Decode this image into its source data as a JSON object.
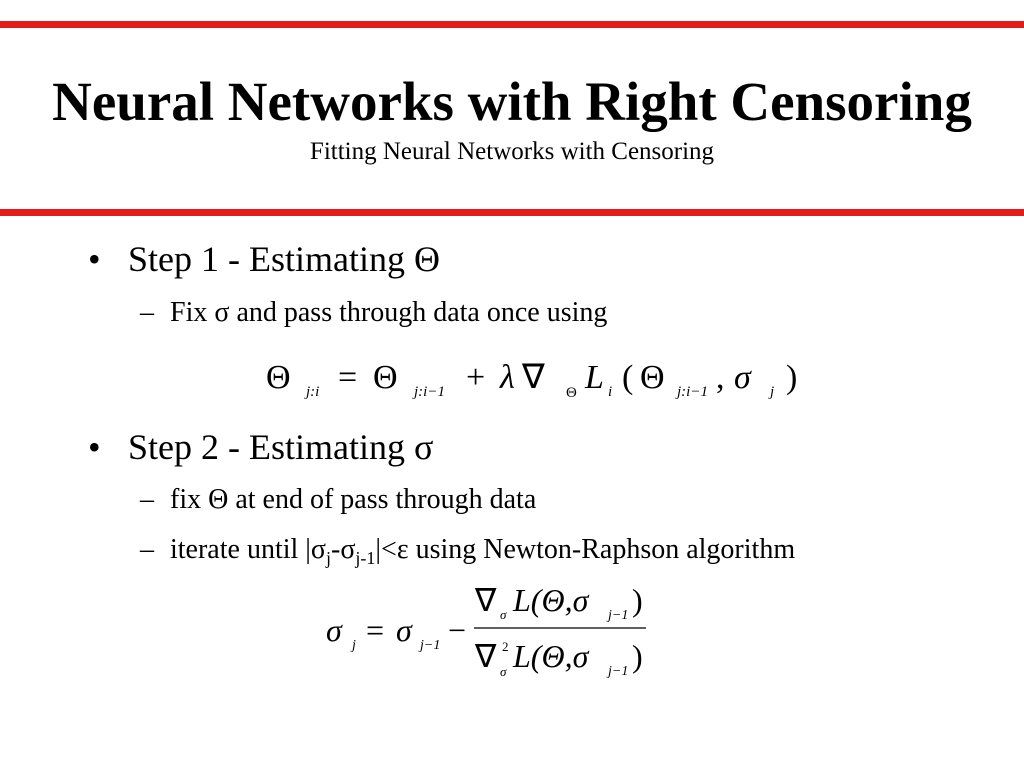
{
  "colors": {
    "rule": "#e31b1b",
    "text": "#000000"
  },
  "header": {
    "title": "Neural Networks with Right Censoring",
    "subtitle": "Fitting Neural Networks with Censoring"
  },
  "bullets": [
    {
      "marker": "•",
      "text": "Step 1 - Estimating Θ",
      "subitems": [
        {
          "marker": "–",
          "text": "Fix σ and pass through data once using"
        }
      ]
    },
    {
      "marker": "•",
      "text": "Step 2 - Estimating σ",
      "subitems": [
        {
          "marker": "–",
          "text": "fix Θ at end of pass through data"
        },
        {
          "marker": "–",
          "text_parts": [
            "iterate until |σ",
            "j",
            "-σ",
            "j-1",
            "|<ε using Newton-Raphson algorithm"
          ]
        }
      ]
    }
  ],
  "equations": {
    "theta_update": {
      "theta": "Θ",
      "eq": "=",
      "plus": "+",
      "lambda": "λ",
      "nabla": "∇",
      "L": "L",
      "lparen": "(",
      "comma": ",",
      "sigma": "σ",
      "rparen": ")",
      "sub_ji": "j:i",
      "sub_ji1": "j:i−1",
      "sub_theta": "Θ",
      "sub_i": "i",
      "sub_j": "j"
    },
    "sigma_update": {
      "sigma": "σ",
      "eq": "=",
      "minus": "−",
      "sub_j": "j",
      "sub_j1": "j−1",
      "numerator": "∇",
      "num_sub": "σ",
      "num_body": "L(Θ,σ",
      "num_close": ")",
      "den_sup": "2",
      "den_sub": "σ",
      "den_body": "L(Θ,σ",
      "den_close": ")",
      "frac_sub": "j−1"
    }
  }
}
